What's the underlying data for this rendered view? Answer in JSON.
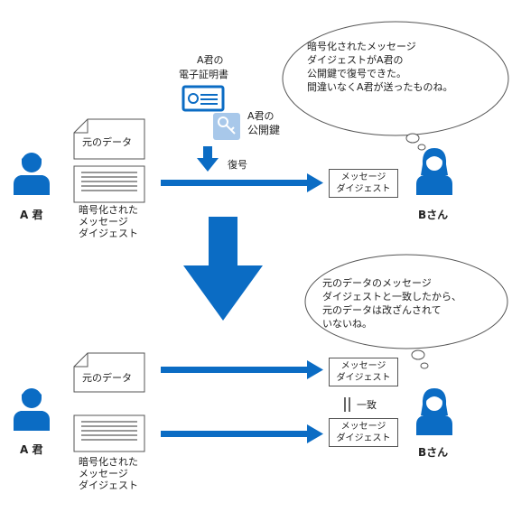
{
  "colors": {
    "accent": "#0b6cc4",
    "icon_bg": "#a8c8ea",
    "text": "#222222"
  },
  "top": {
    "cert_label_1": "A君の",
    "cert_label_2": "電子証明書",
    "key_label_1": "A君の",
    "key_label_2": "公開鍵",
    "decrypt_label": "復号",
    "person_a": "A 君",
    "person_b": "Bさん",
    "doc_label": "元のデータ",
    "enc_caption_1": "暗号化された",
    "enc_caption_2": "メッセージ",
    "enc_caption_3": "ダイジェスト",
    "digest_box_1": "メッセージ",
    "digest_box_2": "ダイジェスト",
    "bubble": [
      "暗号化されたメッセージ",
      "ダイジェストがA君の",
      "公開鍵で復号できた。",
      "間違いなくA君が送ったものね。"
    ]
  },
  "bottom": {
    "person_a": "A 君",
    "person_b": "Bさん",
    "doc_label": "元のデータ",
    "enc_caption_1": "暗号化された",
    "enc_caption_2": "メッセージ",
    "enc_caption_3": "ダイジェスト",
    "digest1_box_1": "メッセージ",
    "digest1_box_2": "ダイジェスト",
    "digest2_box_1": "メッセージ",
    "digest2_box_2": "ダイジェスト",
    "match_label": "一致",
    "bubble": [
      "元のデータのメッセージ",
      "ダイジェストと一致したから、",
      "元のデータは改ざんされて",
      "いないね。"
    ]
  },
  "icons": [
    "person-a-icon",
    "person-b-icon",
    "certificate-icon",
    "key-icon",
    "document-icon",
    "down-arrow-icon",
    "right-arrow-icon",
    "thought-bubble-icon"
  ]
}
